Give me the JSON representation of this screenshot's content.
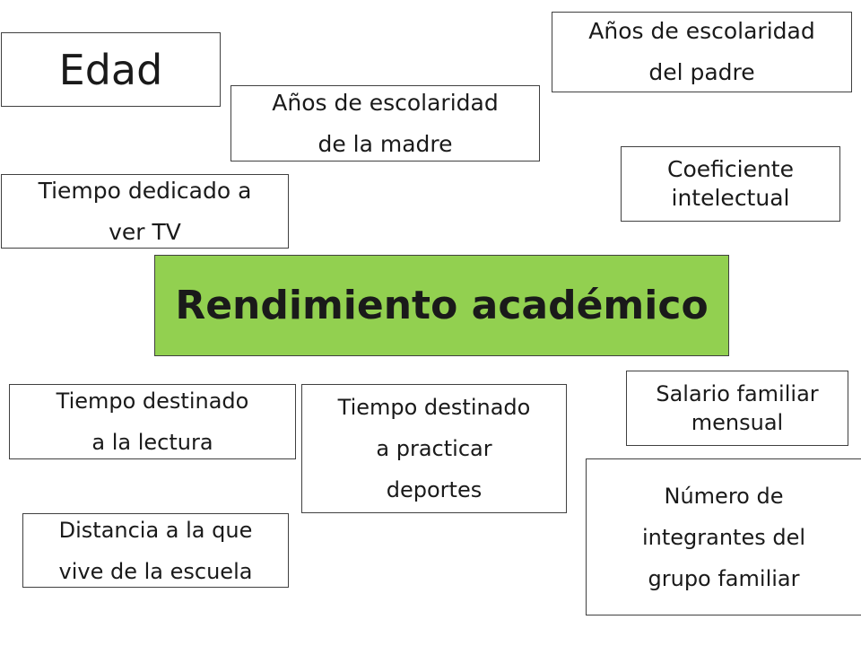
{
  "diagram": {
    "central": {
      "line1": "Rendimiento académico",
      "color": "#92d050"
    },
    "factors": {
      "edad": {
        "lines": [
          "Edad"
        ]
      },
      "madre": {
        "lines": [
          "Años de escolaridad",
          "de la madre"
        ]
      },
      "padre": {
        "lines": [
          "Años de escolaridad",
          "del padre"
        ]
      },
      "tv": {
        "lines": [
          "Tiempo dedicado a",
          "ver TV"
        ]
      },
      "ci": {
        "lines": [
          "Coeficiente",
          "intelectual"
        ]
      },
      "lectura": {
        "lines": [
          "Tiempo destinado",
          "a la lectura"
        ]
      },
      "deportes": {
        "lines": [
          "Tiempo destinado",
          "a practicar",
          "deportes"
        ]
      },
      "salario": {
        "lines": [
          "Salario familiar",
          "mensual"
        ]
      },
      "distancia": {
        "lines": [
          "Distancia a la que",
          "vive de la escuela"
        ]
      },
      "integrantes": {
        "lines": [
          "Número de",
          "integrantes del",
          "grupo familiar"
        ]
      }
    }
  }
}
